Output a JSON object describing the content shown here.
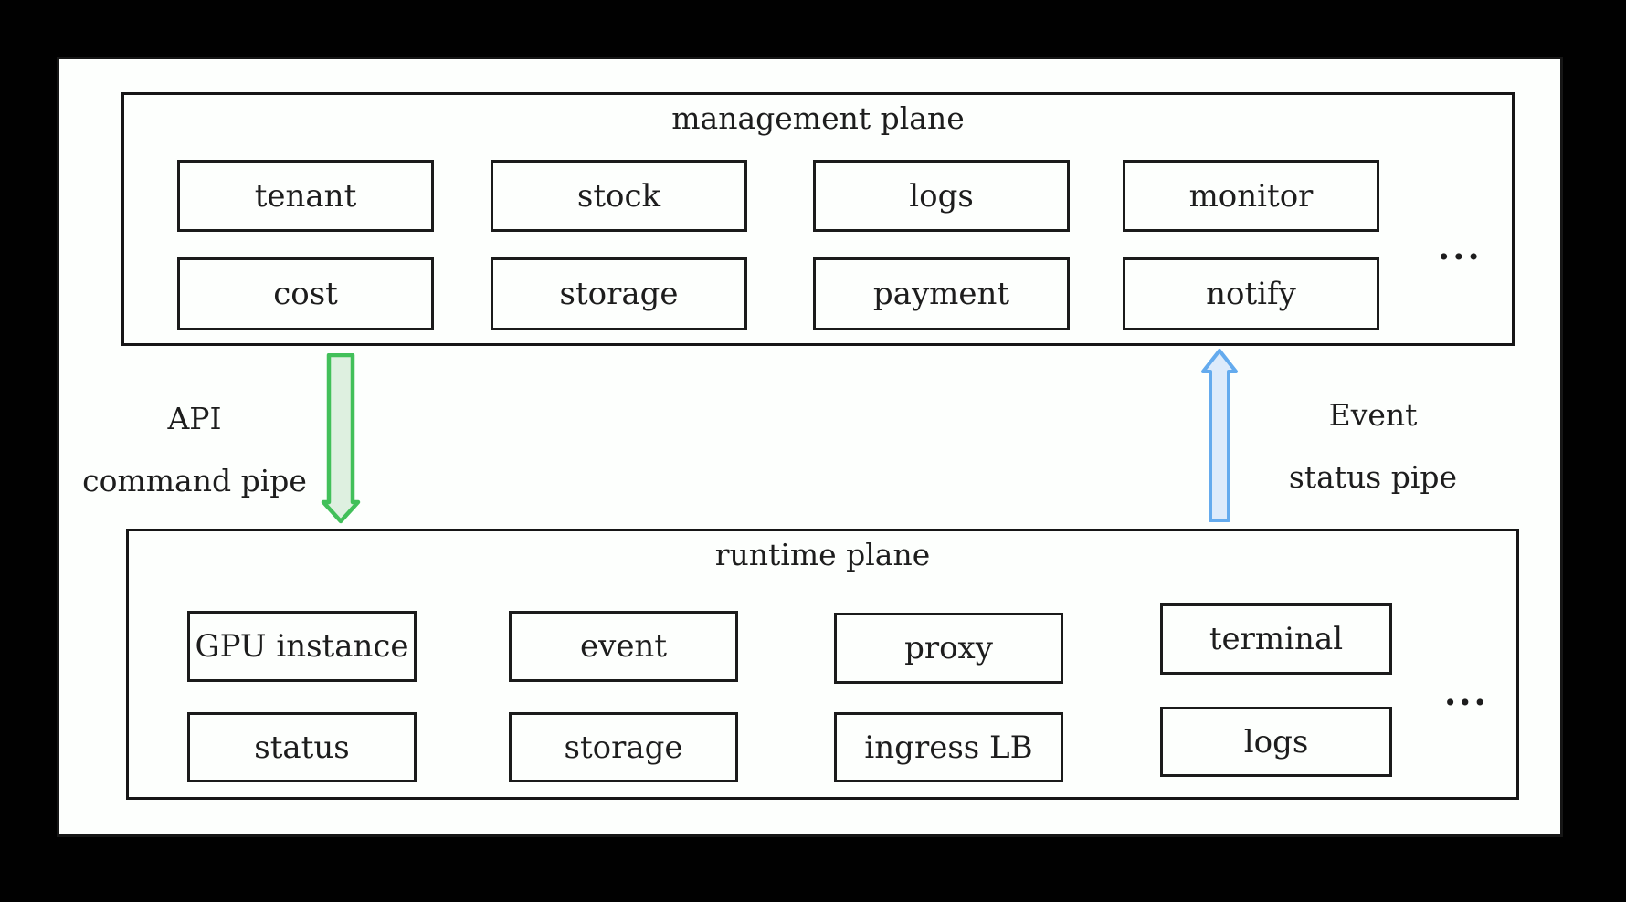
{
  "management_plane": {
    "title": "management plane",
    "row1": [
      "tenant",
      "stock",
      "logs",
      "monitor"
    ],
    "row2": [
      "cost",
      "storage",
      "payment",
      "notify"
    ],
    "ellipsis": "..."
  },
  "runtime_plane": {
    "title": "runtime plane",
    "row1": [
      "GPU instance",
      "event",
      "proxy",
      "terminal"
    ],
    "row2": [
      "status",
      "storage",
      "ingress LB",
      "logs"
    ],
    "ellipsis": "..."
  },
  "pipes": {
    "command": {
      "line1": "API",
      "line2": "command pipe",
      "stroke": "#42c05a",
      "fill": "#def0e0"
    },
    "status": {
      "line1": "Event",
      "line2": "status pipe",
      "stroke": "#64abee",
      "fill": "#ddebfb"
    }
  }
}
